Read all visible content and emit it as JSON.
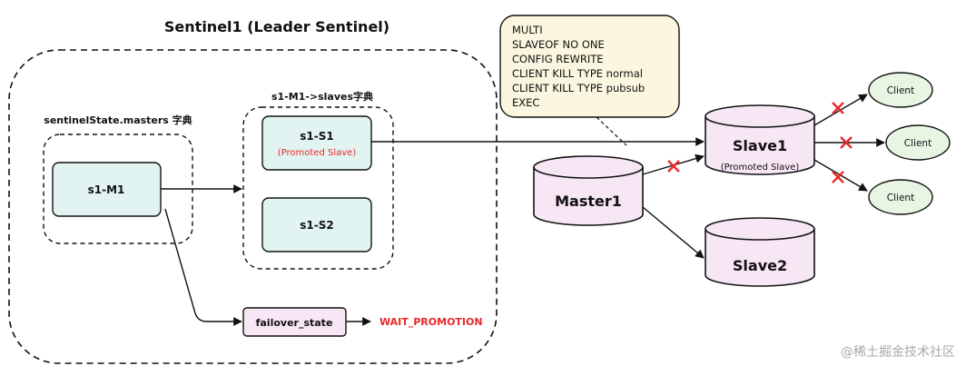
{
  "title": "Sentinel1 (Leader Sentinel)",
  "masters_dict_label": "sentinelState.masters 字典",
  "slaves_dict_label": "s1-M1->slaves字典",
  "nodes": {
    "s1_m1": "s1-M1",
    "s1_s1": "s1-S1",
    "s1_s1_sub": "(Promoted Slave)",
    "s1_s2": "s1-S2",
    "failover_state": "failover_state",
    "wait_promotion": "WAIT_PROMOTION",
    "master1": "Master1",
    "slave1": "Slave1",
    "slave1_sub": "(Promoted Slave)",
    "slave2": "Slave2",
    "client": "Client"
  },
  "commands": [
    "MULTI",
    "SLAVEOF NO ONE",
    "CONFIG REWRITE",
    "CLIENT KILL TYPE normal",
    "CLIENT KILL TYPE pubsub",
    "EXEC"
  ],
  "watermark": "@稀土掘金技术社区",
  "colors": {
    "teal_fill": "#e2f4f1",
    "pink_fill": "#f7e6f4",
    "client_fill": "#e8f5e3",
    "note_fill": "#fbf6df",
    "red": "#e8292b"
  }
}
